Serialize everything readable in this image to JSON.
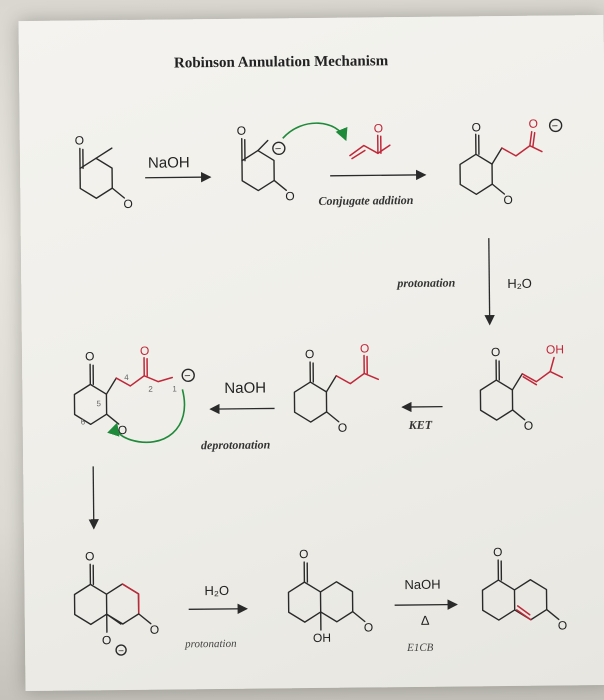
{
  "title": "Robinson Annulation Mechanism",
  "labels": {
    "naoh_1": "NaOH",
    "conjugate_addition": "Conjugate addition",
    "protonation_1": "protonation",
    "h2o_1": "H₂O",
    "naoh_2": "NaOH",
    "deprotonation": "deprotonation",
    "ket": "KET",
    "h2o_2": "H₂O",
    "protonation_2": "protonation",
    "naoh_3": "NaOH",
    "delta": "Δ",
    "e1cb": "E1CB"
  },
  "atoms": {
    "o": "O",
    "oh": "OH",
    "minus": "−"
  },
  "colors": {
    "red_bonds": "#c0283a",
    "green_arrow": "#1e8a3a",
    "black_bonds": "#2a2a2a"
  }
}
